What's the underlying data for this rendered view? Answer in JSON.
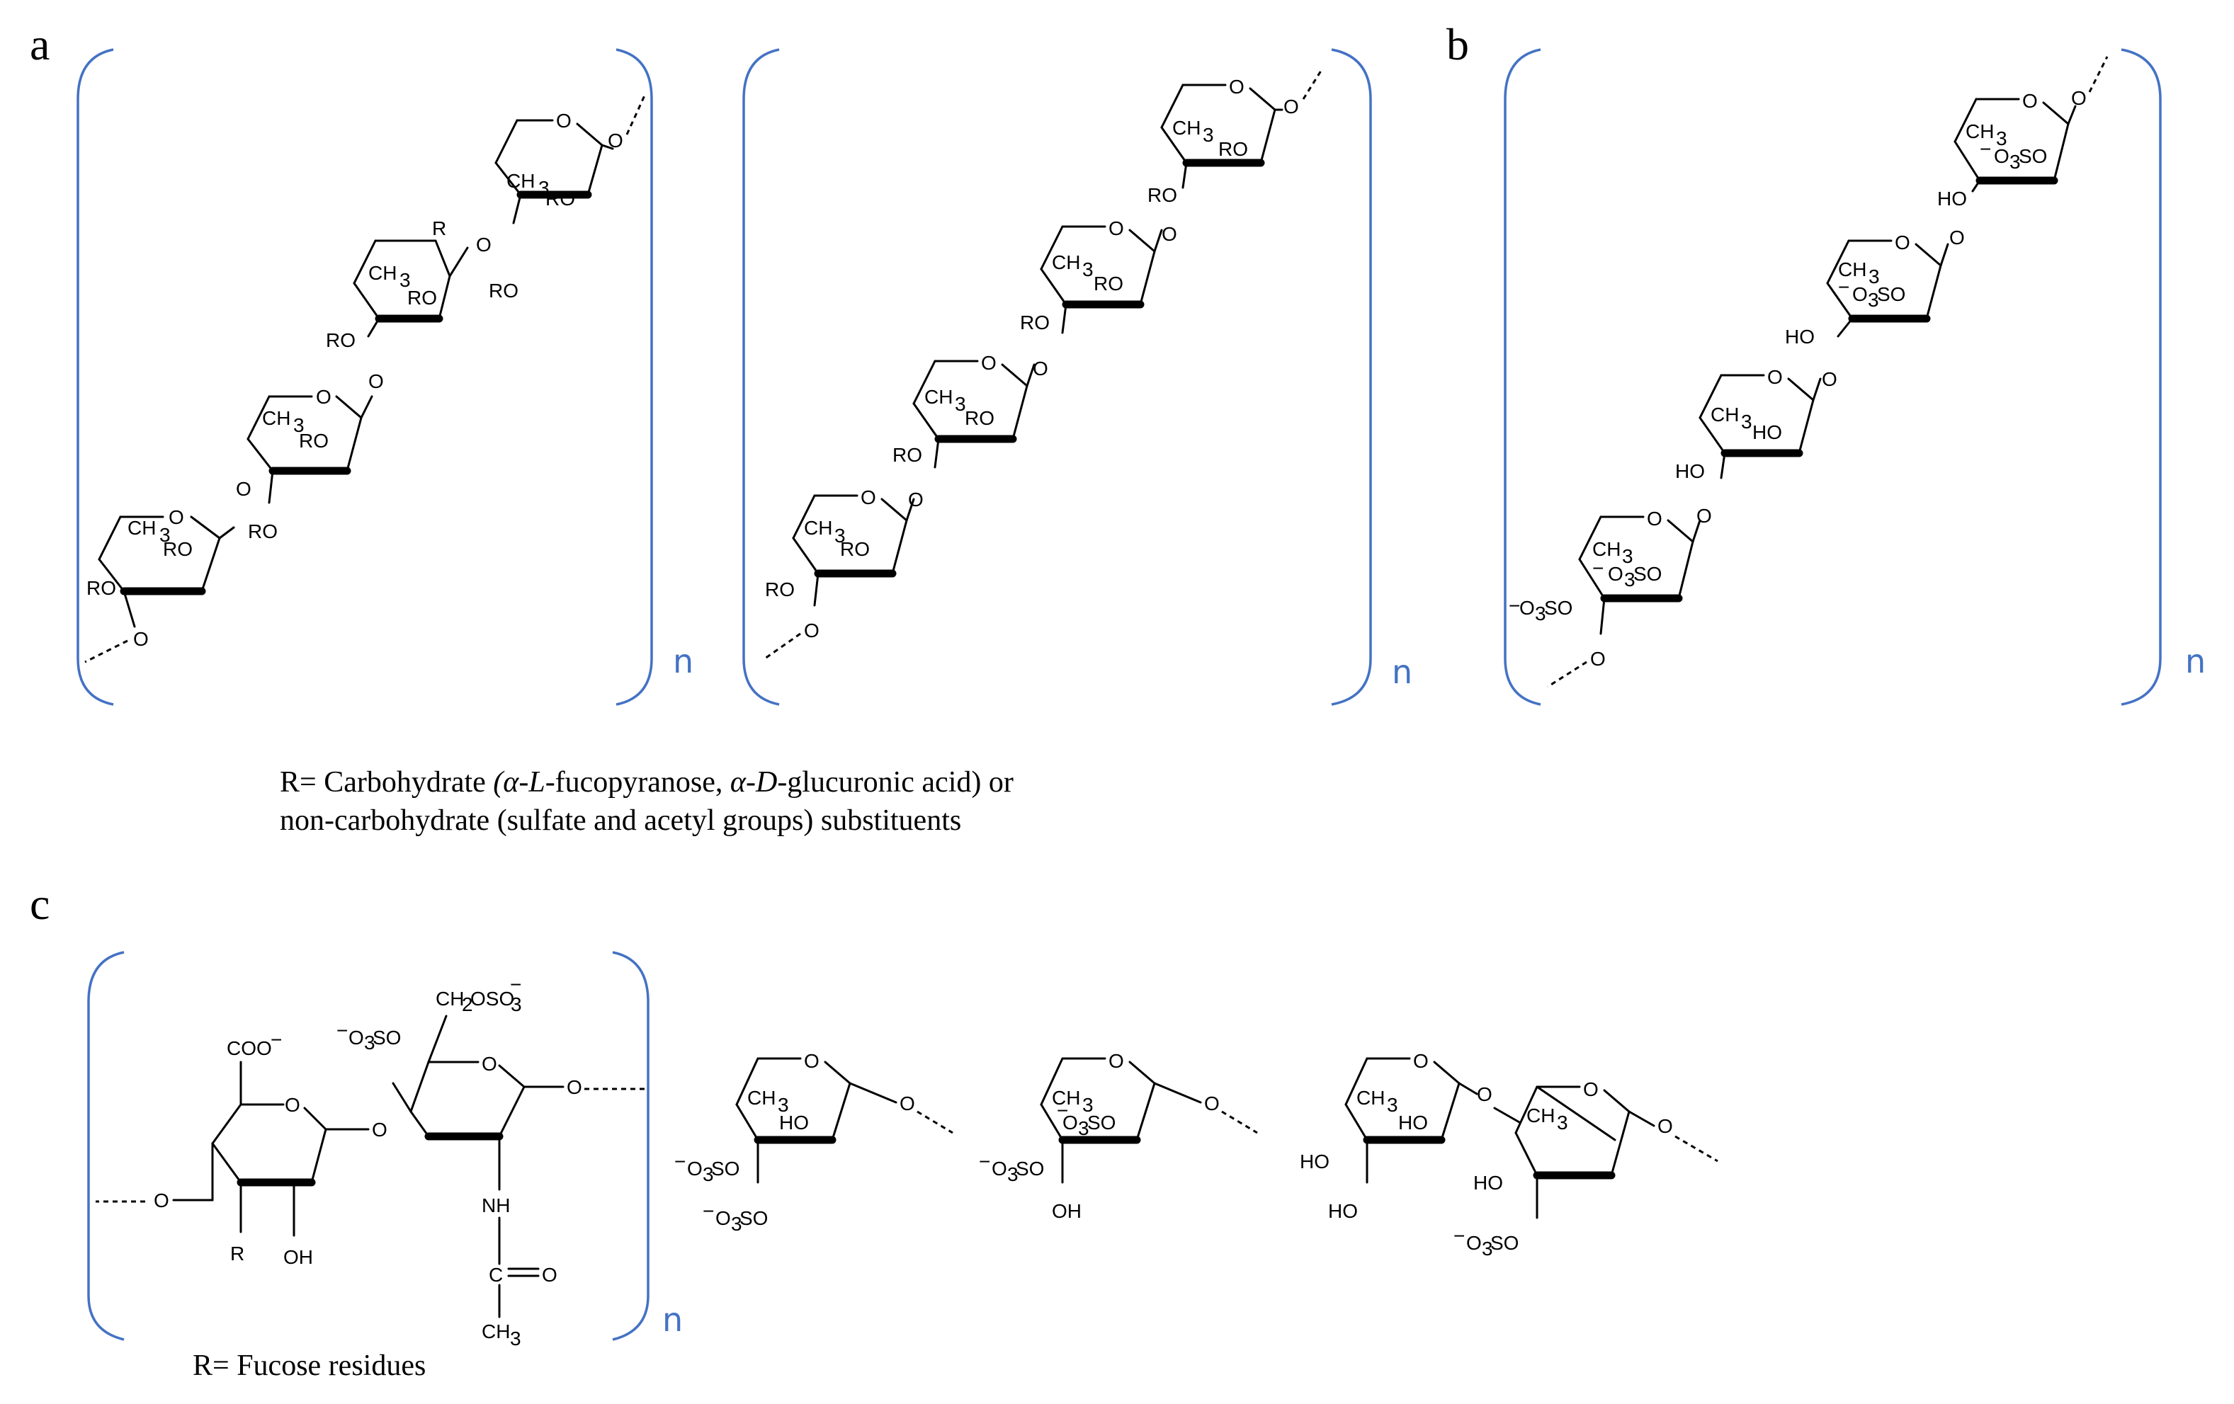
{
  "panels": {
    "a": {
      "label": "a",
      "repeat": "n"
    },
    "b": {
      "label": "b",
      "repeat": "n"
    },
    "c": {
      "label": "c",
      "repeat": "n"
    }
  },
  "captions": {
    "a_line1_pre": "R= Carbohydrate ",
    "a_line1_open": "(",
    "a_alpha1": "α",
    "a_dash1": "-",
    "a_L": "L",
    "a_fuco": "-fucopyranose, ",
    "a_alpha2": "α",
    "a_dash2": "-",
    "a_D": "D",
    "a_gluc": "-glucuronic acid) or",
    "a_line2": "non-carbohydrate (sulfate and acetyl groups) substituents",
    "c_line": "R= Fucose residues"
  },
  "atoms": {
    "O": "O",
    "CH3": "CH",
    "sub3": "3",
    "RO": "RO",
    "R": "R",
    "HO": "HO",
    "OH": "OH",
    "O3SO": "O",
    "SO": "SO",
    "minus": "−",
    "COO": "COO",
    "CH2OSO3": "CH",
    "OSO": "OSO",
    "NH": "NH",
    "C": "C",
    "eqO": "O"
  },
  "colors": {
    "bracket": "#4472c4",
    "ink": "#000000"
  }
}
